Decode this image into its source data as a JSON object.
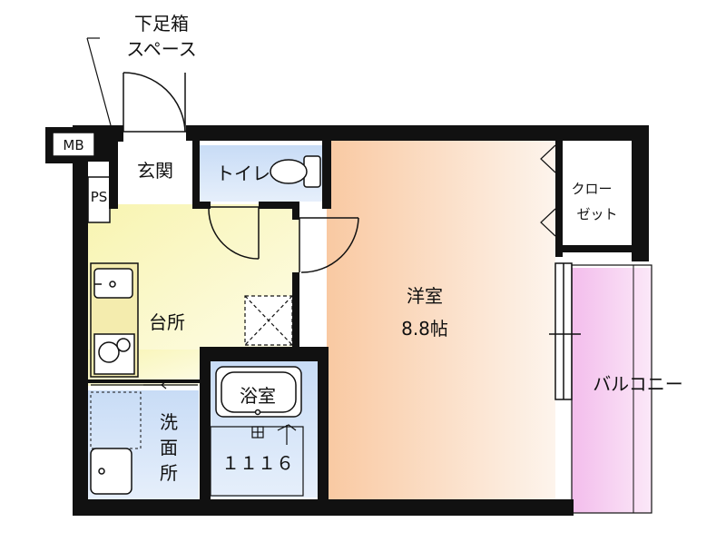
{
  "labels": {
    "shoe_storage_line1": "下足箱",
    "shoe_storage_line2": "スペース",
    "mb": "MB",
    "ps": "PS",
    "entrance": "玄関",
    "toilet": "トイレ",
    "closet_line1": "クロー",
    "closet_line2": "ゼット",
    "western_room": "洋室",
    "western_room_size": "8.8帖",
    "kitchen": "台所",
    "bathroom": "浴室",
    "unit_bath_code": "１１１６",
    "washroom_1": "洗",
    "washroom_2": "面",
    "washroom_3": "所",
    "balcony": "バルコニー"
  },
  "colors": {
    "wall": "#111111",
    "western_room_start": "#f9c9a2",
    "western_room_end": "#fdf4ec",
    "kitchen_fill": "#fbf9c4",
    "toilet_fill": "#cfe0f7",
    "bath_fill": "#cfe0f7",
    "washroom_fill": "#cfe0f7",
    "balcony_fill": "#f6cdf0",
    "counter_fill": "#f4ecae"
  }
}
